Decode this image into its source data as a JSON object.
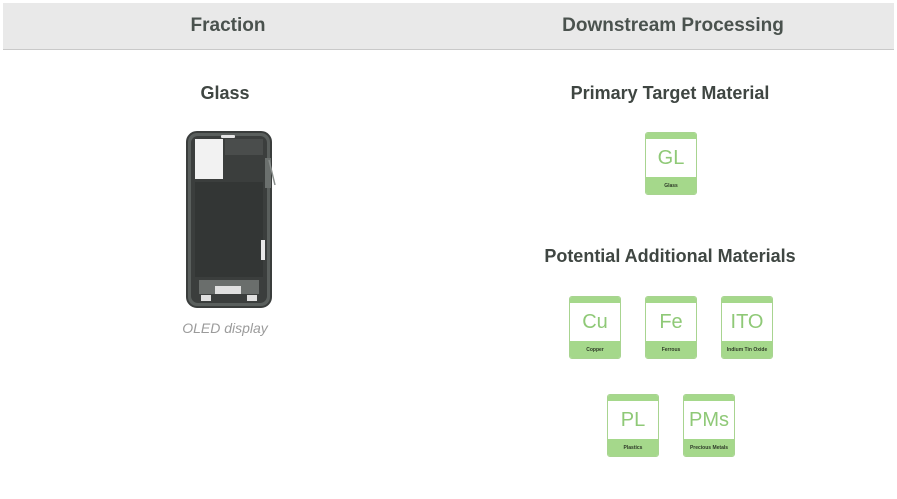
{
  "header": {
    "fraction_label": "Fraction",
    "downstream_label": "Downstream Processing"
  },
  "left": {
    "title": "Glass",
    "caption": "OLED display"
  },
  "right": {
    "primary_title": "Primary Target Material",
    "additional_title": "Potential Additional Materials"
  },
  "primary_tiles": [
    {
      "symbol": "GL",
      "name": "Glass"
    }
  ],
  "additional_tiles": [
    {
      "symbol": "Cu",
      "name": "Copper"
    },
    {
      "symbol": "Fe",
      "name": "Ferrous"
    },
    {
      "symbol": "ITO",
      "name": "Indium Tin Oxide"
    },
    {
      "symbol": "PL",
      "name": "Plastics"
    },
    {
      "symbol": "PMs",
      "name": "Precious Metals"
    }
  ],
  "colors": {
    "tile_green": "#a5d88b",
    "symbol_green": "#8fc977",
    "header_bg": "#e9e9e9"
  }
}
